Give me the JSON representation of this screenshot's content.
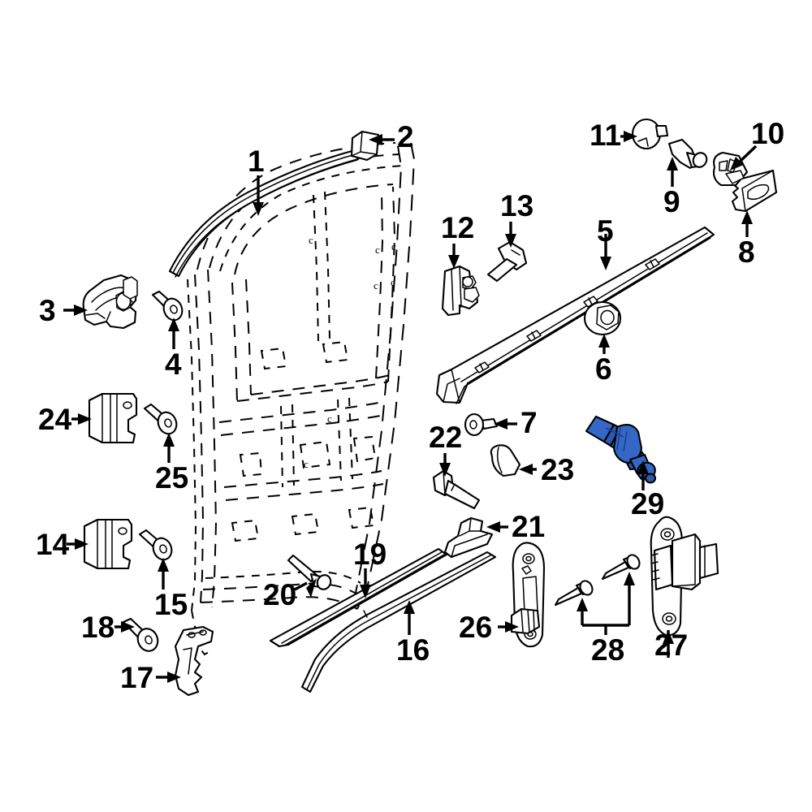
{
  "diagram": {
    "kind": "automotive-exploded-parts-diagram",
    "subject": "Sliding door hardware assembly",
    "background_color": "#ffffff",
    "line_color": "#000000",
    "highlight_color": "#2F5FBE",
    "highlight_color_dark": "#1E3F8F",
    "highlighted_part_number": "29"
  },
  "callouts": [
    {
      "id": "1",
      "label": "1",
      "part": "door-upper-weatherstrip-molding",
      "highlighted": false
    },
    {
      "id": "2",
      "label": "2",
      "part": "end-cap-plug",
      "highlighted": false
    },
    {
      "id": "3",
      "label": "3",
      "part": "upper-hinge-roller-bracket",
      "highlighted": false
    },
    {
      "id": "4",
      "label": "4",
      "part": "screw-pin-upper",
      "highlighted": false
    },
    {
      "id": "5",
      "label": "5",
      "part": "center-guide-track-rail",
      "highlighted": false
    },
    {
      "id": "6",
      "label": "6",
      "part": "flange-nut",
      "highlighted": false
    },
    {
      "id": "7",
      "label": "7",
      "part": "rivet-pin-small",
      "highlighted": false
    },
    {
      "id": "8",
      "label": "8",
      "part": "track-end-cover",
      "highlighted": false
    },
    {
      "id": "9",
      "label": "9",
      "part": "shoulder-bolt",
      "highlighted": false
    },
    {
      "id": "10",
      "label": "10",
      "part": "retainer-clip",
      "highlighted": false
    },
    {
      "id": "11",
      "label": "11",
      "part": "cap-plug-round",
      "highlighted": false
    },
    {
      "id": "12",
      "label": "12",
      "part": "door-striker-latch",
      "highlighted": false
    },
    {
      "id": "13",
      "label": "13",
      "part": "flange-head-bolt",
      "highlighted": false
    },
    {
      "id": "14",
      "label": "14",
      "part": "lower-bumper-stop-block",
      "highlighted": false
    },
    {
      "id": "15",
      "label": "15",
      "part": "screw-pin-lower",
      "highlighted": false
    },
    {
      "id": "16",
      "label": "16",
      "part": "lower-weatherstrip-seal",
      "highlighted": false
    },
    {
      "id": "17",
      "label": "17",
      "part": "lower-hinge-arm-bracket",
      "highlighted": false
    },
    {
      "id": "18",
      "label": "18",
      "part": "screw-pin-hinge",
      "highlighted": false
    },
    {
      "id": "19",
      "label": "19",
      "part": "sill-trim-molding",
      "highlighted": false
    },
    {
      "id": "20",
      "label": "20",
      "part": "clip-pin-sill",
      "highlighted": false
    },
    {
      "id": "21",
      "label": "21",
      "part": "track-cover-trim",
      "highlighted": false
    },
    {
      "id": "22",
      "label": "22",
      "part": "stepped-bolt",
      "highlighted": false
    },
    {
      "id": "23",
      "label": "23",
      "part": "stopper-bumper-plug",
      "highlighted": false
    },
    {
      "id": "24",
      "label": "24",
      "part": "upper-bumper-stop-block",
      "highlighted": false
    },
    {
      "id": "25",
      "label": "25",
      "part": "screw-pin-bumper",
      "highlighted": false
    },
    {
      "id": "26",
      "label": "26",
      "part": "striker-catch-plate",
      "highlighted": false
    },
    {
      "id": "27",
      "label": "27",
      "part": "door-lock-striker-assembly",
      "highlighted": false
    },
    {
      "id": "28",
      "label": "28",
      "part": "striker-mounting-pins",
      "highlighted": false
    },
    {
      "id": "29",
      "label": "29",
      "part": "door-roller-pin-bearing",
      "highlighted": true
    }
  ]
}
